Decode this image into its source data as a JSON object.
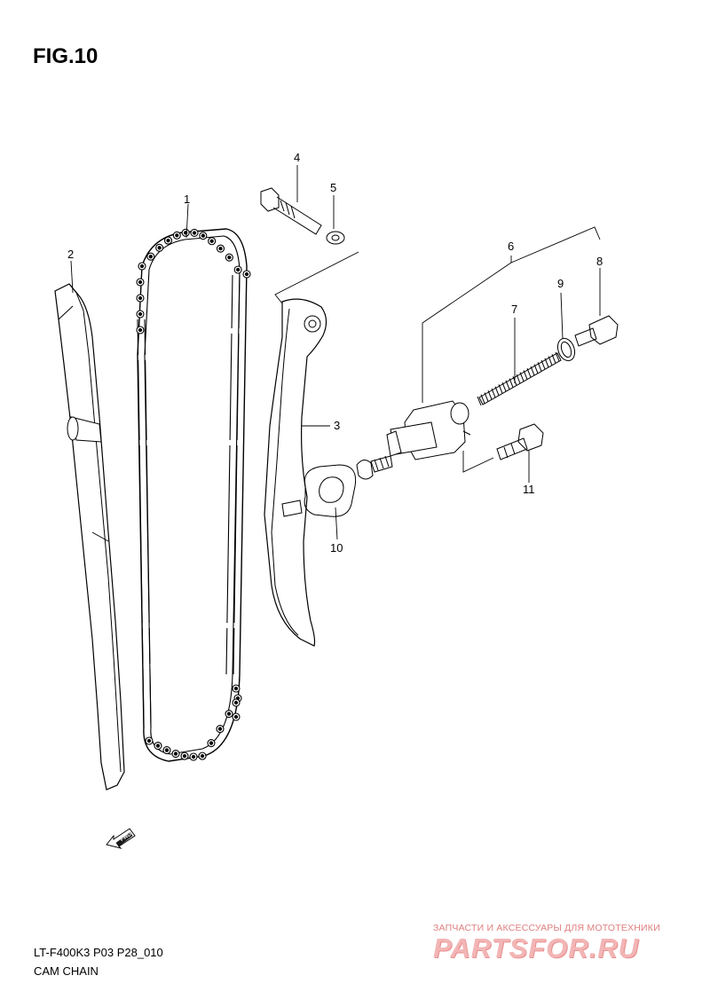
{
  "figure": {
    "title": "FIG.10"
  },
  "footer": {
    "model_code": "LT-F400K3 P03 P28_010",
    "assembly_name": "CAM CHAIN"
  },
  "callouts": [
    "1",
    "2",
    "3",
    "4",
    "5",
    "6",
    "7",
    "8",
    "9",
    "10",
    "11"
  ],
  "fwd_marker": "FWD",
  "watermark": {
    "tagline": "ЗАПЧАСТИ И АКСЕССУАРЫ ДЛЯ МОТОТЕХНИКИ",
    "logo": "PARTSFOR.RU"
  },
  "colors": {
    "line": "#000000",
    "watermark": "#e87878"
  }
}
